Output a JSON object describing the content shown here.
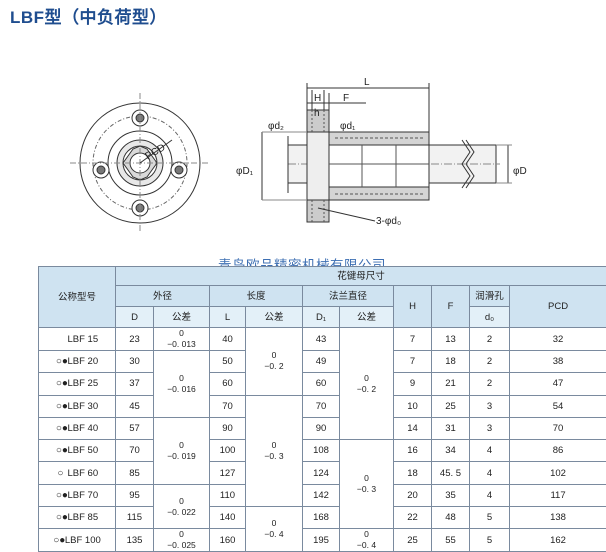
{
  "title": "LBF型（中负荷型）",
  "watermark": "青岛欧品精密机械有限公司",
  "drawing": {
    "labels": {
      "L": "L",
      "H": "H",
      "F": "F",
      "h": "h",
      "d2": "φd₂",
      "d1": "φd₁",
      "D1": "φD₁",
      "D": "φD",
      "d0": "3-φd₀",
      "PCD": "PCD"
    }
  },
  "table": {
    "header": {
      "model": "公称型号",
      "group": "花键母尺寸",
      "outer_diameter": "外径",
      "length": "长度",
      "flange_diameter": "法兰直径",
      "lube_hole": "润滑孔",
      "col_D": "D",
      "col_D_tol": "公差",
      "col_L": "L",
      "col_L_tol": "公差",
      "col_D1": "D₁",
      "col_D1_tol": "公差",
      "col_H": "H",
      "col_F": "F",
      "col_d0": "d₀",
      "col_PCD": "PCD"
    },
    "rows": [
      {
        "marks": "",
        "model": "LBF 15",
        "D": "23",
        "L": "40",
        "D1": "43",
        "H": "7",
        "F": "13",
        "d0": "2",
        "PCD": "32"
      },
      {
        "marks": "○●",
        "model": "LBF 20",
        "D": "30",
        "L": "50",
        "D1": "49",
        "H": "7",
        "F": "18",
        "d0": "2",
        "PCD": "38"
      },
      {
        "marks": "○●",
        "model": "LBF 25",
        "D": "37",
        "L": "60",
        "D1": "60",
        "H": "9",
        "F": "21",
        "d0": "2",
        "PCD": "47"
      },
      {
        "marks": "○●",
        "model": "LBF 30",
        "D": "45",
        "L": "70",
        "D1": "70",
        "H": "10",
        "F": "25",
        "d0": "3",
        "PCD": "54"
      },
      {
        "marks": "○●",
        "model": "LBF 40",
        "D": "57",
        "L": "90",
        "D1": "90",
        "H": "14",
        "F": "31",
        "d0": "3",
        "PCD": "70"
      },
      {
        "marks": "○●",
        "model": "LBF 50",
        "D": "70",
        "L": "100",
        "D1": "108",
        "H": "16",
        "F": "34",
        "d0": "4",
        "PCD": "86"
      },
      {
        "marks": "○",
        "model": "LBF 60",
        "D": "85",
        "L": "127",
        "D1": "124",
        "H": "18",
        "F": "45. 5",
        "d0": "4",
        "PCD": "102"
      },
      {
        "marks": "○●",
        "model": "LBF 70",
        "D": "95",
        "L": "110",
        "D1": "142",
        "H": "20",
        "F": "35",
        "d0": "4",
        "PCD": "117"
      },
      {
        "marks": "○●",
        "model": "LBF 85",
        "D": "115",
        "L": "140",
        "D1": "168",
        "H": "22",
        "F": "48",
        "d0": "5",
        "PCD": "138"
      },
      {
        "marks": "○●",
        "model": "LBF 100",
        "D": "135",
        "L": "160",
        "D1": "195",
        "H": "25",
        "F": "55",
        "d0": "5",
        "PCD": "162"
      }
    ],
    "tolerances": {
      "D_15": {
        "upper": "0",
        "lower": "−0. 013"
      },
      "D_25_30": {
        "upper": "0",
        "lower": "−0. 016"
      },
      "D_50_60": {
        "upper": "0",
        "lower": "−0. 019"
      },
      "D_70_85": {
        "upper": "0",
        "lower": "−0. 022"
      },
      "D_100": {
        "upper": "0",
        "lower": "−0. 025"
      },
      "L_15_25": {
        "upper": "0",
        "lower": "−0. 2"
      },
      "L_30_70": {
        "upper": "0",
        "lower": "−0. 3"
      },
      "L_85_100": {
        "upper": "0",
        "lower": "−0. 4"
      },
      "D1_15_40": {
        "upper": "0",
        "lower": "−0. 2"
      },
      "D1_50_85": {
        "upper": "0",
        "lower": "−0. 3"
      },
      "D1_100": {
        "upper": "0",
        "lower": "−0. 4"
      }
    }
  }
}
